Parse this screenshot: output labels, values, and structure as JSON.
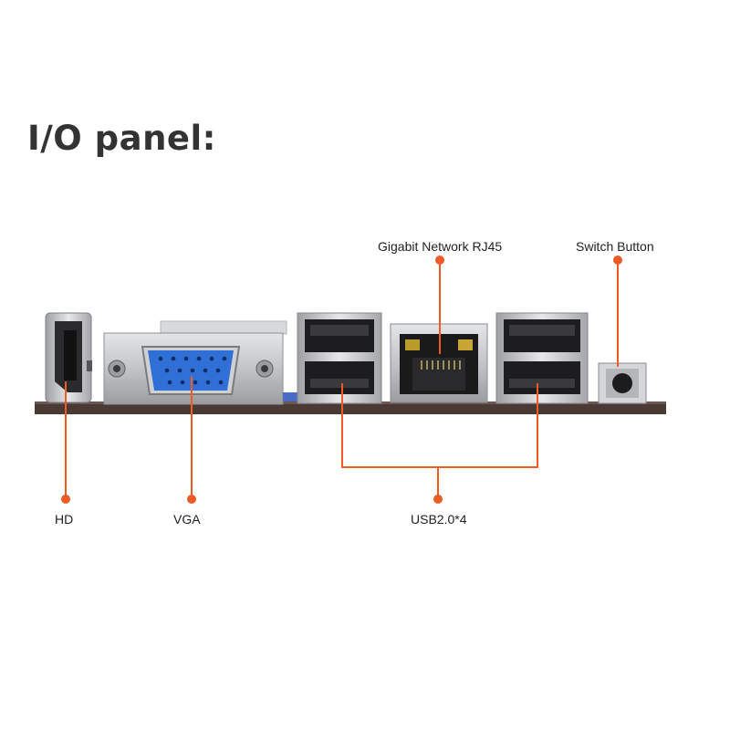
{
  "title": "I/O panel:",
  "callouts": {
    "hd": "HD",
    "vga": "VGA",
    "usb": "USB2.0*4",
    "rj45": "Gigabit Network RJ45",
    "switch": "Switch Button"
  },
  "colors": {
    "accent": "#f05a24",
    "title": "#333333",
    "board": "#4a3a35",
    "metal": "#c9cacc",
    "vga_blue": "#2f6fd6"
  }
}
